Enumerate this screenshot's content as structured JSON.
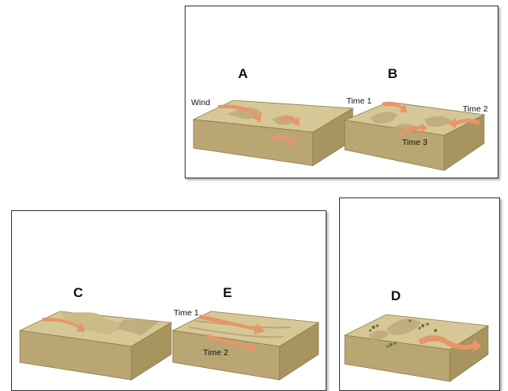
{
  "panels": {
    "A": {
      "letter": "A",
      "wind_label": "Wind"
    },
    "B": {
      "letter": "B",
      "time1": "Time 1",
      "time2": "Time 2",
      "time3": "Time 3"
    },
    "C": {
      "letter": "C"
    },
    "E": {
      "letter": "E",
      "time1": "Time 1",
      "time2": "Time 2"
    },
    "D": {
      "letter": "D"
    }
  },
  "colors": {
    "sand_top": "#d6c896",
    "sand_side": "#b9a673",
    "sand_front": "#a8945e",
    "dune_shadow": "#bba878",
    "arrow": "#e8956a",
    "vegetation": "#6b7a3a"
  }
}
